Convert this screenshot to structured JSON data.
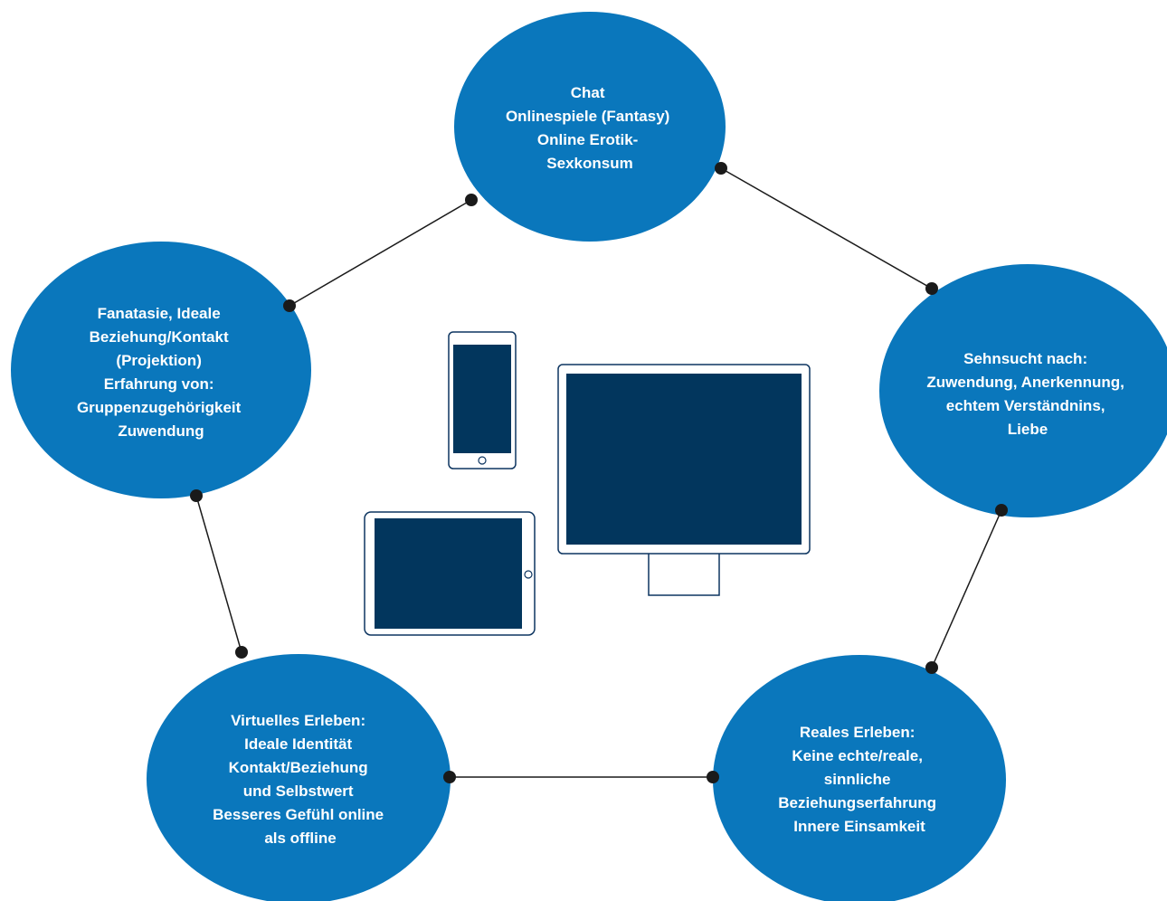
{
  "colors": {
    "bubble": "#0A77BC",
    "screen": "#02365D",
    "outline": "#0D3560",
    "connector": "#1a1a1a",
    "text": "#ffffff"
  },
  "nodes": [
    {
      "id": "top",
      "lines": [
        "Chat",
        "Onlinespiele (Fantasy)",
        "Online Erotik-",
        "Sexkonsum"
      ]
    },
    {
      "id": "right",
      "lines": [
        "Sehnsucht nach:",
        "Zuwendung, Anerkennung,",
        "echtem Verständnins,",
        "Liebe"
      ]
    },
    {
      "id": "bottom-right",
      "lines": [
        "Reales Erleben:",
        "Keine echte/reale,",
        "sinnliche",
        "Beziehungserfahrung",
        "Innere Einsamkeit"
      ]
    },
    {
      "id": "bottom-left",
      "lines": [
        "Virtuelles Erleben:",
        "Ideale Identität",
        "Kontakt/Beziehung",
        "und Selbstwert",
        "Besseres Gefühl online",
        "als offline"
      ]
    },
    {
      "id": "left",
      "lines": [
        "Fanatasie, Ideale",
        "Beziehung/Kontakt",
        "(Projektion)",
        "Erfahrung von:",
        "Gruppenzugehörigkeit",
        "Zuwendung"
      ]
    }
  ],
  "devices": [
    {
      "id": "phone",
      "icon": "smartphone-icon"
    },
    {
      "id": "monitor",
      "icon": "monitor-icon"
    },
    {
      "id": "tablet",
      "icon": "tablet-icon"
    }
  ]
}
